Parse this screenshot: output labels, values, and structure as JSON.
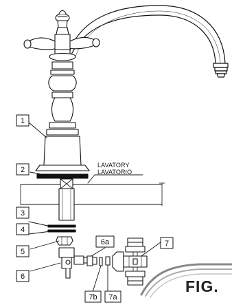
{
  "parts": [
    "1",
    "2",
    "3",
    "4",
    "5",
    "6",
    "6a",
    "7",
    "7a",
    "7b"
  ],
  "surface_labels": [
    "LAVATORY",
    "LAVATORIO"
  ],
  "figure_label": "FIG."
}
